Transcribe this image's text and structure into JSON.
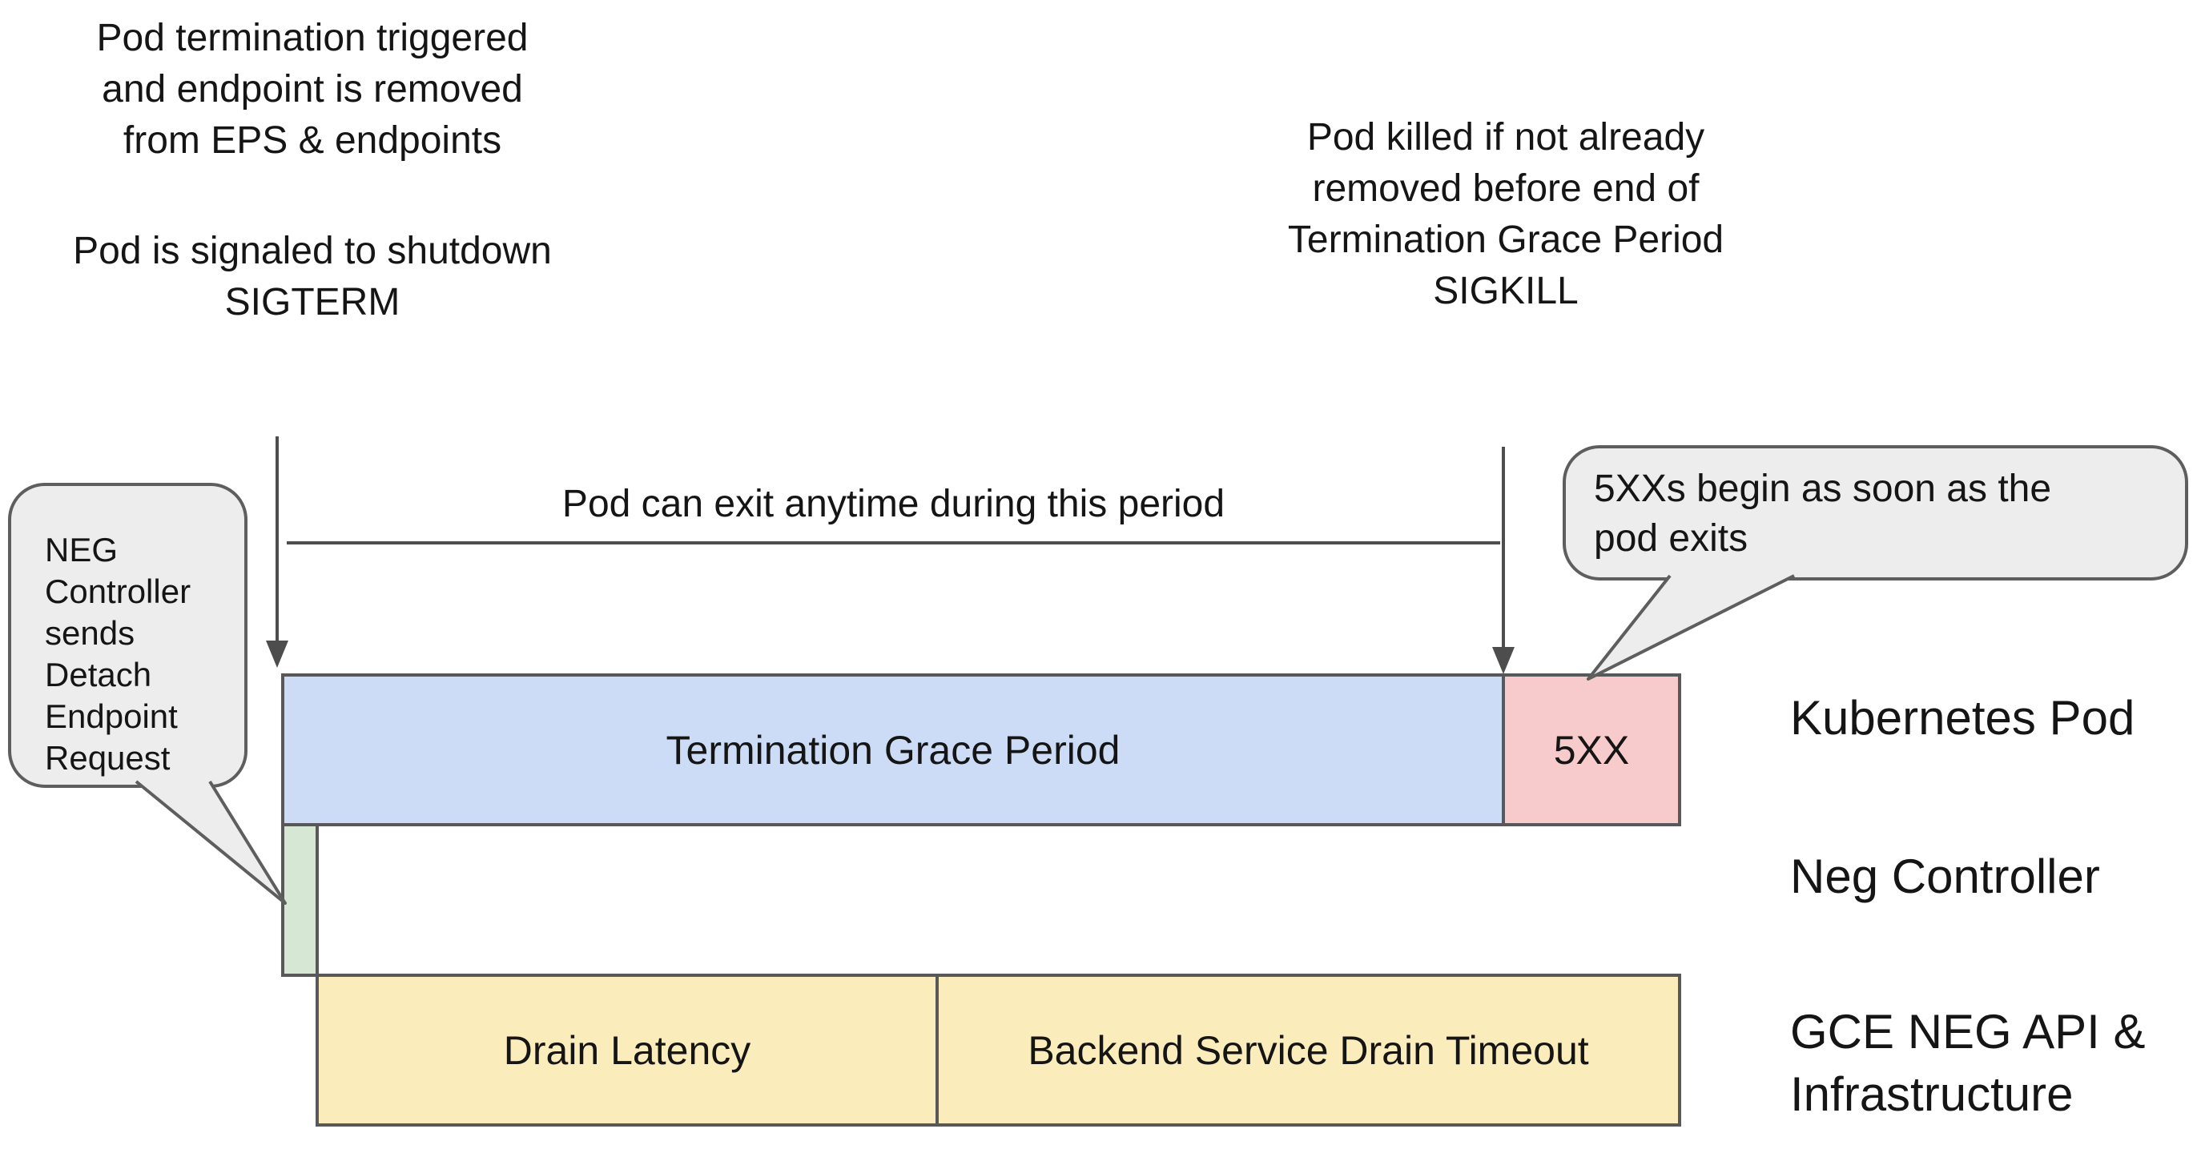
{
  "notes": {
    "top_left_para1": [
      "Pod termination triggered",
      "and endpoint is removed",
      "from EPS & endpoints"
    ],
    "top_left_para2": [
      "Pod is signaled to shutdown",
      "SIGTERM"
    ],
    "top_right": [
      "Pod killed if not already",
      "removed before end of",
      "Termination Grace Period",
      "SIGKILL"
    ],
    "period_label": "Pod can exit anytime during this period"
  },
  "callouts": {
    "left": "NEG Controller sends Detach Endpoint Request",
    "right": "5XXs begin as soon as the pod exits"
  },
  "rows": [
    {
      "label_lines": [
        "Kubernetes Pod"
      ],
      "segments": [
        {
          "label": "Termination Grace Period",
          "color": "#cddcf6"
        },
        {
          "label": "5XX",
          "color": "#f7cbcb"
        }
      ]
    },
    {
      "label_lines": [
        "Neg Controller"
      ],
      "segments": [
        {
          "label": "",
          "color": "#d6e8d3"
        }
      ]
    },
    {
      "label_lines": [
        "GCE NEG API &",
        "Infrastructure"
      ],
      "segments": [
        {
          "label": "Drain Latency",
          "color": "#fbecbb"
        },
        {
          "label": "Backend Service Drain Timeout",
          "color": "#fbecbb"
        }
      ]
    }
  ],
  "colors": {
    "callout_fill": "#ededed",
    "callout_border": "#5e5e5e",
    "bar_border": "#58585a",
    "arrow_line": "#4d4d4d",
    "blue": "#cddcf6",
    "red": "#f7cbcb",
    "green": "#d6e8d3",
    "yellow": "#fbecbb"
  }
}
